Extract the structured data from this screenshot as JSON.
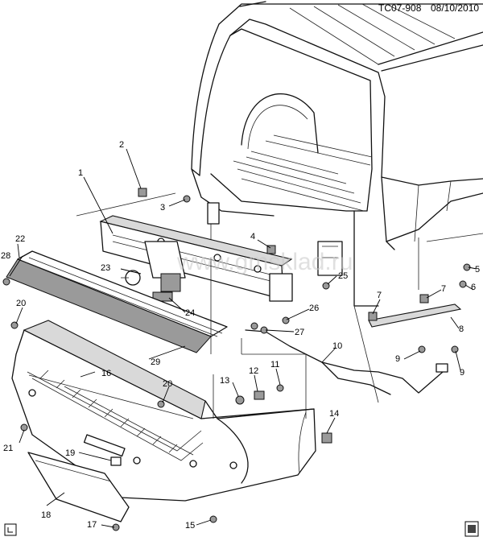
{
  "header": {
    "diagram_id": "TC07-908",
    "date": "08/10/2010"
  },
  "watermark": "www.gmsklad.ru",
  "callouts": {
    "c1": "1",
    "c2": "2",
    "c3": "3",
    "c4": "4",
    "c5a": "5",
    "c5b": "5",
    "c6": "6",
    "c7a": "7",
    "c7b": "7",
    "c8": "8",
    "c9a": "9",
    "c9b": "9",
    "c10": "10",
    "c11": "11",
    "c12": "12",
    "c13": "13",
    "c14": "14",
    "c15": "15",
    "c16": "16",
    "c17": "17",
    "c18": "18",
    "c19": "19",
    "c20a": "20",
    "c20b": "20",
    "c21": "21",
    "c22": "22",
    "c23": "23",
    "c24": "24",
    "c25": "25",
    "c26": "26",
    "c27": "27",
    "c28": "28",
    "c29": "29"
  },
  "icons": {
    "corner_left": "book-icon",
    "corner_right": "book-icon"
  }
}
